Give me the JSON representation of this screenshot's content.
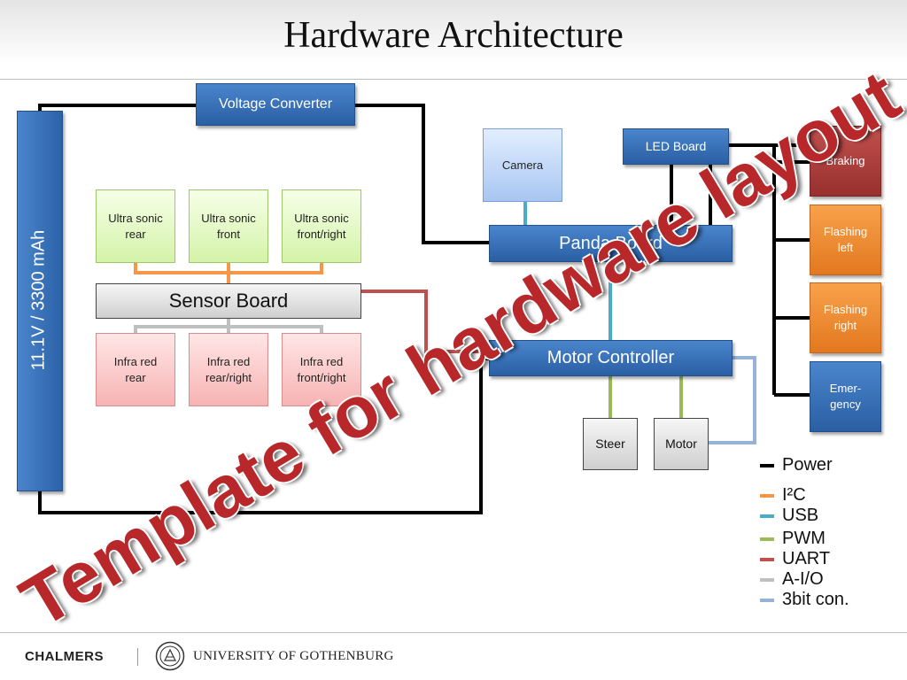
{
  "title": "Hardware Architecture",
  "battery": "11.1V / 3300 mAh",
  "voltage_converter": "Voltage Converter",
  "ultrasonic": [
    "Ultra sonic\nrear",
    "Ultra sonic\nfront",
    "Ultra sonic\nfront/right"
  ],
  "sensor_board": "Sensor Board",
  "infrared": [
    "Infra red\nrear",
    "Infra red\nrear/right",
    "Infra red\nfront/right"
  ],
  "camera": "Camera",
  "led_board": "LED Board",
  "panda_board": "Panda Board",
  "motor_controller": "Motor Controller",
  "steer": "Steer",
  "motor": "Motor",
  "leds": {
    "braking": "Braking",
    "flashing_left": "Flashing\nleft",
    "flashing_right": "Flashing\nright",
    "emergency": "Emer-\ngency"
  },
  "legend": [
    {
      "label": "Power",
      "color": "#000000"
    },
    {
      "label": "I²C",
      "color": "#f79646"
    },
    {
      "label": "USB",
      "color": "#4bacc6"
    },
    {
      "label": "PWM",
      "color": "#9bbb59"
    },
    {
      "label": "UART",
      "color": "#c0504d"
    },
    {
      "label": "A-I/O",
      "color": "#bfbfbf"
    },
    {
      "label": "3bit con.",
      "color": "#95b3d7"
    }
  ],
  "watermark": "Template for hardware layout",
  "footer": {
    "chalmers": "CHALMERS",
    "university": "UNIVERSITY OF GOTHENBURG"
  }
}
